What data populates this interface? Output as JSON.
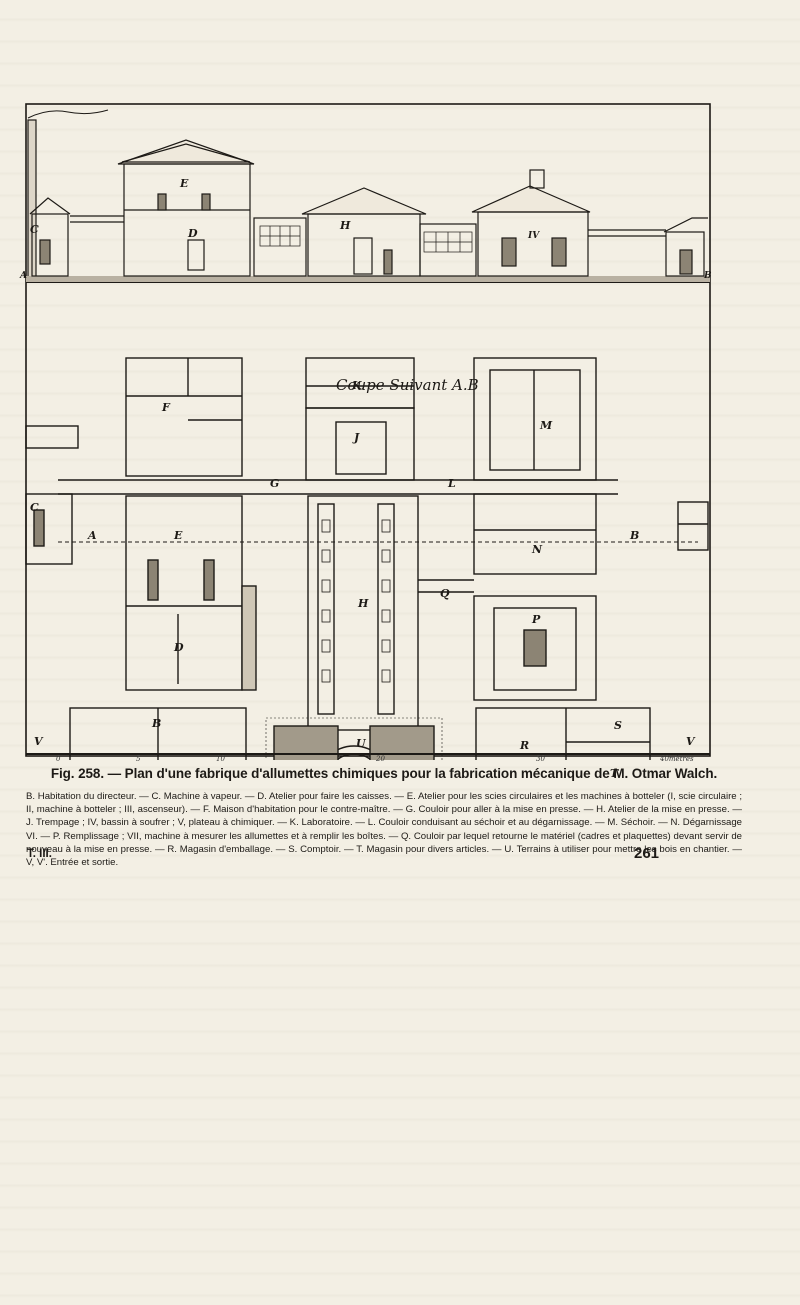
{
  "figure": {
    "section_title": "Coupe Suivant A.B",
    "letters": {
      "A_top": "A",
      "B_top": "B",
      "C_top": "C",
      "D_top": "D",
      "E_top": "E",
      "H_top": "H",
      "IV_top": "IV",
      "C_plan": "C",
      "A_plan": "A",
      "B_plan": "B",
      "E_plan": "E",
      "F_plan": "F",
      "G_plan": "G",
      "K_plan": "K",
      "J_plan": "J",
      "L_plan": "L",
      "M_plan": "M",
      "N_plan": "N",
      "D_plan": "D",
      "H_plan": "H",
      "Q_plan": "Q",
      "P_plan": "P",
      "B_bottom": "B",
      "U_bottom": "U",
      "R_bottom": "R",
      "S_bottom": "S",
      "T_bottom": "T",
      "V_left": "V",
      "V_right": "V"
    },
    "scale_ticks": [
      "0",
      "5",
      "10",
      "20",
      "30",
      "40mètres"
    ]
  },
  "caption": "Fig. 258. — Plan d'une fabrique d'allumettes chimiques pour la fabrication mécanique de M. Otmar Walch.",
  "legend": "B. Habitation du directeur. — C. Machine à vapeur. — D. Atelier pour faire les caisses. — E. Atelier pour les scies circulaires et les machines à botteler (I, scie circulaire ; II, machine à botteler ; III, ascenseur). — F. Maison d'habitation pour le contre-maître. — G. Couloir pour aller à la mise en presse. — H. Atelier de la mise en presse. — J. Trempage ; IV, bassin à soufrer ; V, plateau à chimiquer. — K. Laboratoire. — L. Couloir conduisant au séchoir et au dégarnissage. — M. Séchoir. — N. Dégarnissage VI. — P. Remplissage ; VII, machine à mesurer les allumettes et à remplir les boîtes. — Q. Couloir par lequel retourne le matériel (cadres et plaquettes) devant servir de nouveau à la mise en presse. — R. Magasin d'emballage. — S. Comptoir. — T. Magasin pour divers articles. — U. Terrains à utiliser pour mettre les bois en chantier. — V, V'. Entrée et sortie.",
  "footer": {
    "volume": "T. III.",
    "page_number": "261"
  }
}
